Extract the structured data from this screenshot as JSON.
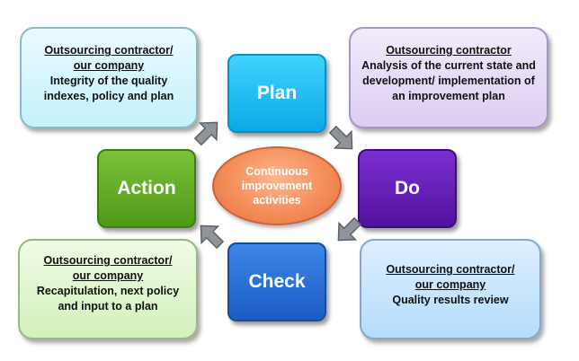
{
  "stages": {
    "plan": "Plan",
    "do": "Do",
    "check": "Check",
    "action": "Action"
  },
  "center": {
    "line1": "Continuous",
    "line2": "improvement",
    "line3": "activities"
  },
  "notes": {
    "plan_left": {
      "role_line1": "Outsourcing contractor/",
      "role_line2": "our company",
      "desc_line1": "Integrity of the quality",
      "desc_line2": "indexes, policy and plan"
    },
    "plan_right": {
      "role_line1": "Outsourcing contractor",
      "desc_line1": "Analysis of the current state and",
      "desc_line2": "development/ implementation of",
      "desc_line3": "an improvement plan"
    },
    "action": {
      "role_line1": "Outsourcing contractor/",
      "role_line2": "our company",
      "desc_line1": "Recapitulation, next policy",
      "desc_line2": "and input to a plan"
    },
    "check": {
      "role_line1": "Outsourcing contractor/",
      "role_line2": "our company",
      "desc_line1": "Quality results review"
    }
  },
  "colors": {
    "plan": "#19b6f0",
    "do": "#5e17ad",
    "check": "#2a6fd6",
    "action": "#62a926",
    "center": "#f38a56",
    "arrow": "#8e9499"
  }
}
